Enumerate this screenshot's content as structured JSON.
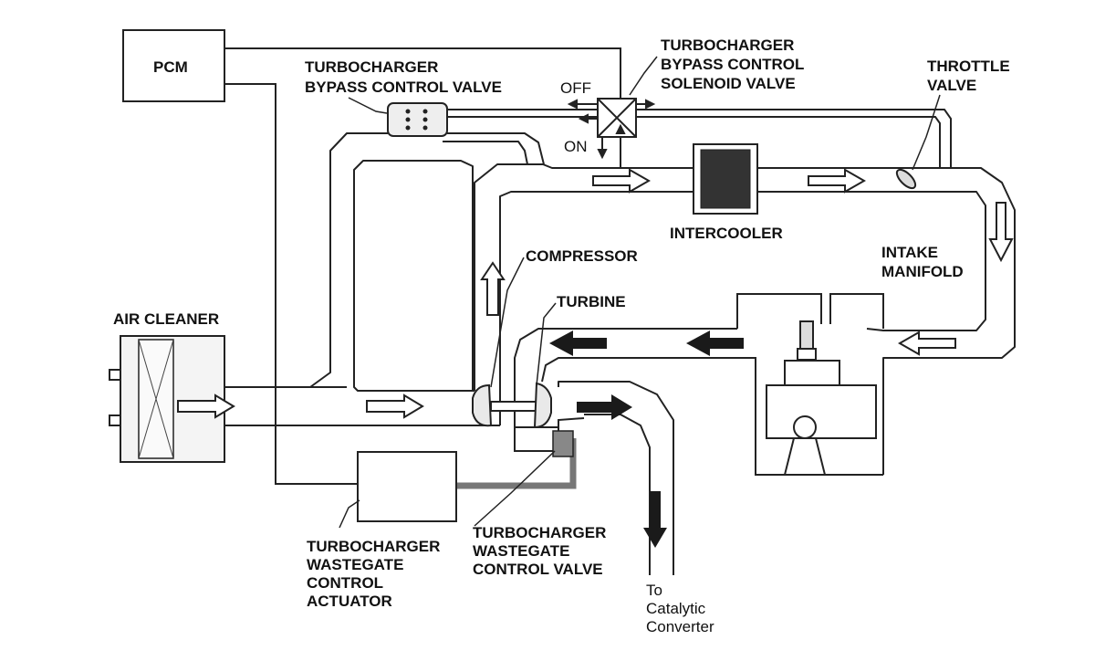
{
  "labels": {
    "pcm": "PCM",
    "bypass_valve": [
      "TURBOCHARGER",
      "BYPASS CONTROL VALVE"
    ],
    "bypass_solenoid": [
      "TURBOCHARGER",
      "BYPASS CONTROL",
      "SOLENOID VALVE"
    ],
    "off": "OFF",
    "on": "ON",
    "throttle_valve": [
      "THROTTLE",
      "VALVE"
    ],
    "intercooler": "INTERCOOLER",
    "intake_manifold": [
      "INTAKE",
      "MANIFOLD"
    ],
    "compressor": "COMPRESSOR",
    "turbine": "TURBINE",
    "air_cleaner": "AIR CLEANER",
    "wastegate_actuator": [
      "TURBOCHARGER",
      "WASTEGATE",
      "CONTROL",
      "ACTUATOR"
    ],
    "wastegate_valve": [
      "TURBOCHARGER",
      "WASTEGATE",
      "CONTROL VALVE"
    ],
    "catalytic": [
      "To",
      "Catalytic",
      "Converter"
    ]
  },
  "colors": {
    "line": "#222222",
    "pipe_fill": "#f2f2f2",
    "dark_arrow": "#1a1a1a",
    "vacuum_hose": "#777777",
    "intercooler_core": "#333333"
  }
}
